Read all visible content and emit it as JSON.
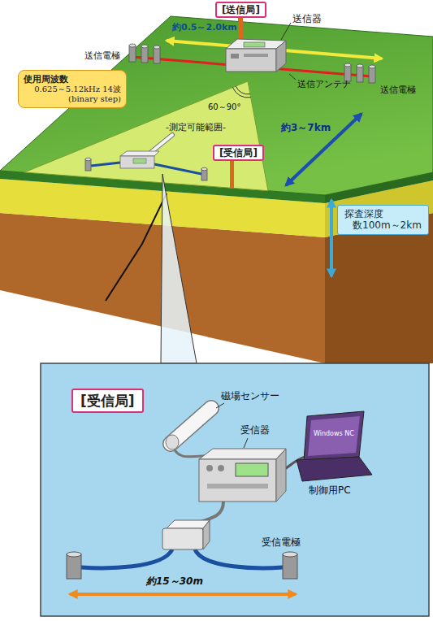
{
  "diagram": {
    "nodes": [
      {
        "text": [
          "[送信局]"
        ]
      },
      {
        "text": [
          "使用周波数",
          "0.625～5.12kHz 14波 (binary step)"
        ]
      },
      {
        "text": [
          "[受信局]"
        ]
      },
      {
        "text": [
          "探査深度",
          "数100m～2km"
        ]
      },
      {
        "text": [
          "[受信局]"
        ]
      }
    ],
    "labels": [
      "送信器",
      "約0.5～2.0km",
      "送信電極",
      "送信電極",
      "送信アンテナ",
      "60～90°",
      "-測定可能範囲-",
      "約3～7km",
      "磁場センサー",
      "受信器",
      "Windows NC",
      "制御用PC",
      "受信電極",
      "約15～30m"
    ]
  }
}
